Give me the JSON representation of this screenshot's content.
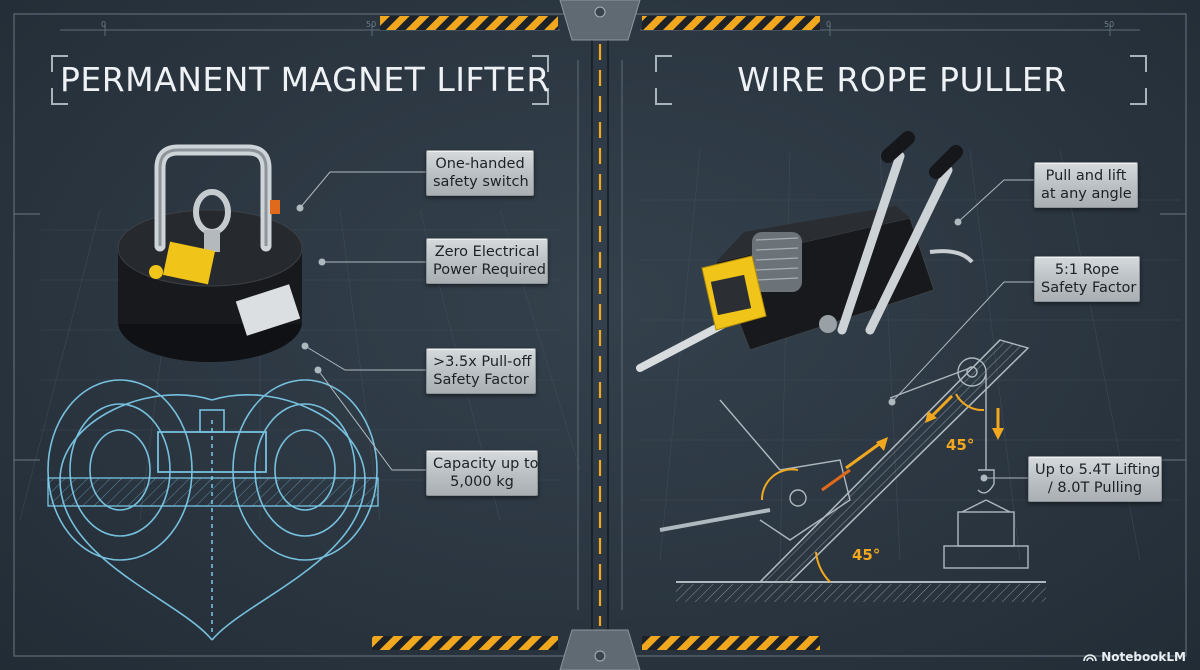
{
  "panels": {
    "left": {
      "title": "PERMANENT MAGNET LIFTER",
      "callouts": [
        {
          "line1": "One-handed",
          "line2": "safety switch"
        },
        {
          "line1": "Zero Electrical",
          "line2": "Power Required"
        },
        {
          "line1": ">3.5x Pull-off",
          "line2": "Safety Factor"
        },
        {
          "line1": "Capacity up to",
          "line2": "5,000 kg"
        }
      ]
    },
    "right": {
      "title": "WIRE ROPE PULLER",
      "callouts": [
        {
          "line1": "Pull and lift",
          "line2": "at any angle"
        },
        {
          "line1": "5:1 Rope",
          "line2": "Safety Factor"
        },
        {
          "line1": "Up to 5.4T Lifting",
          "line2": "/ 8.0T Pulling"
        }
      ],
      "angle_labels": {
        "upper": "45°",
        "lower": "45°"
      }
    }
  },
  "ruler_marks": {
    "top_left": "0",
    "top_mid_left": "50",
    "top_mid_right": "0",
    "top_right": "50"
  },
  "brand": {
    "name": "NotebookLM"
  },
  "colors": {
    "accent": "#f1a81f",
    "panel_bg": "#2b3641",
    "field_lines": "#7fd0f0",
    "callout": "#c2c7cb"
  }
}
